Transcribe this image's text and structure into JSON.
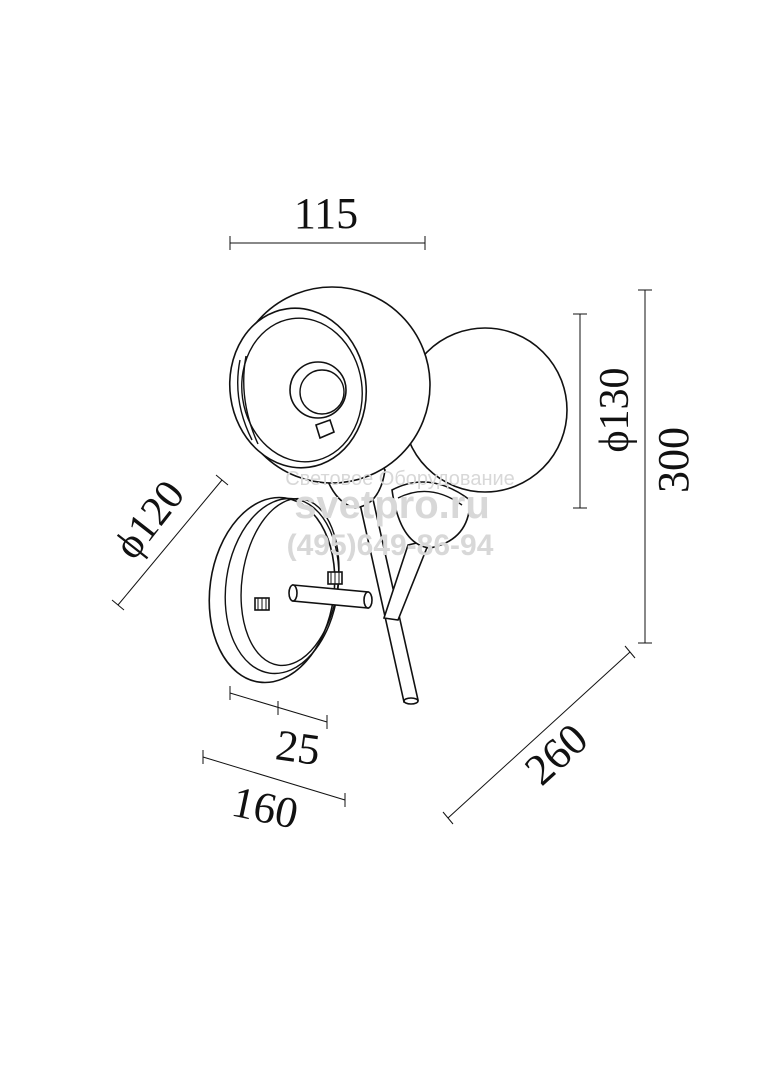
{
  "dimensions": {
    "width_top": "115",
    "diameter_shade_right": "ϕ130",
    "height_total": "300",
    "diameter_base": "ϕ120",
    "depth_total": "260",
    "base_thickness": "25",
    "base_width": "160"
  },
  "watermark": {
    "line1": "Световое Оборудование",
    "line2": "svetpro.ru",
    "line3": "(495)649-86-94"
  },
  "colors": {
    "line": "#111111",
    "watermark": "#d8d8d8",
    "background": "#ffffff"
  }
}
